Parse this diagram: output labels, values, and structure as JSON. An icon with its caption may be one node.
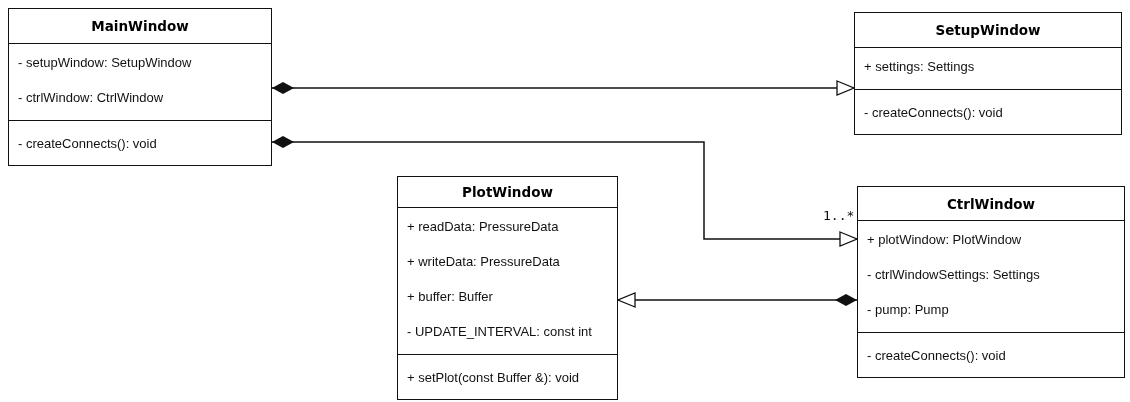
{
  "diagram": {
    "nodes": [
      {
        "text": [
          "MainWindow",
          "- setupWindow: SetupWindow",
          "- ctrlWindow: CtrlWindow",
          "- createConnects(): void"
        ]
      },
      {
        "text": [
          "SetupWindow",
          "+ settings: Settings",
          "- createConnects(): void"
        ]
      },
      {
        "text": [
          "PlotWindow",
          "+ readData: PressureData",
          "+ writeData: PressureData",
          "+ buffer: Buffer",
          "- UPDATE_INTERVAL: const int",
          "+ setPlot(const Buffer &): void"
        ]
      },
      {
        "text": [
          "CtrlWindow",
          "+ plotWindow: PlotWindow",
          "- ctrlWindowSettings: Settings",
          "- pump: Pump",
          "- createConnects(): void"
        ]
      }
    ],
    "edges": [
      {
        "from": 0,
        "to": 1,
        "arrow": "to"
      },
      {
        "from": 0,
        "to": 3,
        "arrow": "to",
        "label": "1..*"
      },
      {
        "from": 3,
        "to": 2,
        "arrow": "to"
      }
    ]
  }
}
